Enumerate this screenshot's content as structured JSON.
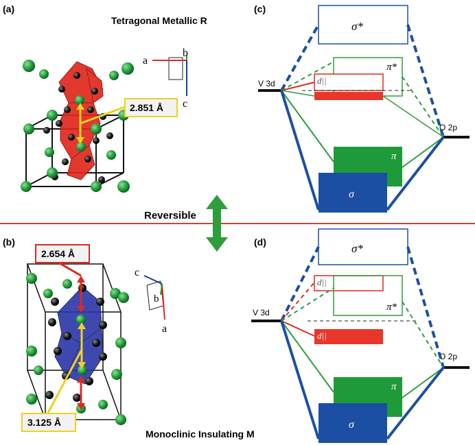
{
  "panels": {
    "a": {
      "tag": "(a)",
      "title": "Tetragonal Metallic R",
      "distance": "2.851 Å",
      "axes": {
        "a": "a",
        "b": "b",
        "c": "c"
      }
    },
    "b": {
      "tag": "(b)",
      "title": "Monoclinic Insulating M",
      "distance_top": "2.654 Å",
      "distance_bottom": "3.125 Å",
      "axes": {
        "a": "a",
        "b": "b",
        "c": "c"
      }
    },
    "c": {
      "tag": "(c)",
      "levels": {
        "left": "V 3d",
        "right": "O 2p",
        "sigma_star": "σ*",
        "pi_star": "π*",
        "d_par": "d||",
        "pi": "π",
        "sigma": "σ"
      }
    },
    "d": {
      "tag": "(d)",
      "levels": {
        "left": "V 3d",
        "right": "O 2p",
        "sigma_star": "σ*",
        "pi_star": "π*",
        "d_par_top": "d||",
        "d_par_bottom": "d||",
        "pi": "π",
        "sigma": "σ"
      }
    }
  },
  "center": {
    "label": "Reversible"
  },
  "colors": {
    "red": "#e8372a",
    "green": "#1f9a3a",
    "blue": "#1b4fa3",
    "crystal_red": "#e0281c",
    "crystal_blue": "#2a36a8",
    "yellow": "#f0d020",
    "divider": "#d94030"
  }
}
